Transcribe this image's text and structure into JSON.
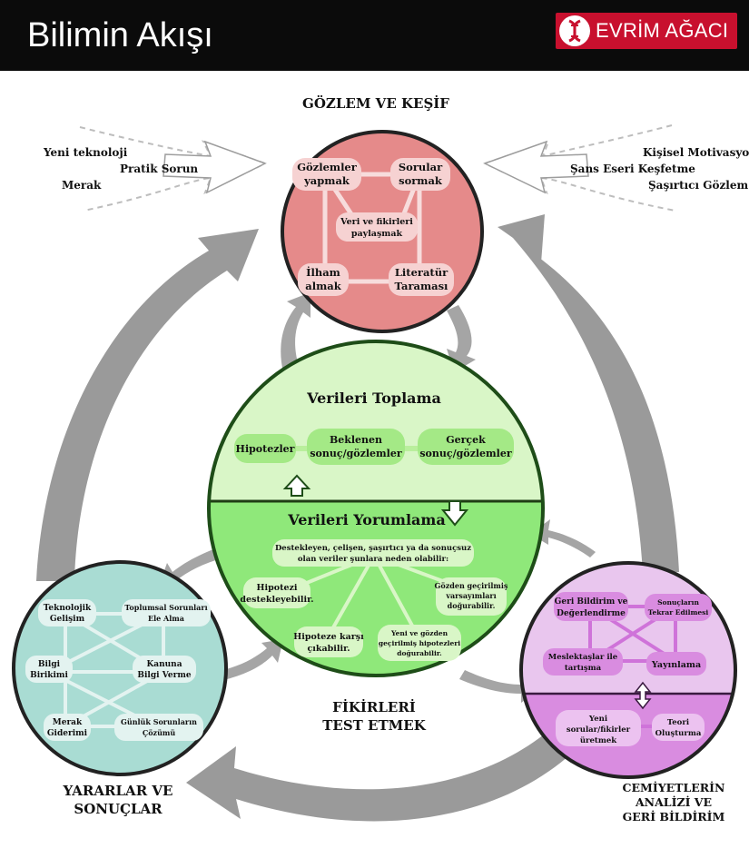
{
  "header": {
    "title": "Bilimin Akışı",
    "logo_text": "EVRİM AĞACI"
  },
  "colors": {
    "header_bg": "#0b0b0b",
    "brand_red": "#c8102e",
    "observation_circle": "#e58a8a",
    "data_collection": "#d9f6c7",
    "data_interpretation": "#8fe87a",
    "benefits_circle": "#a9dcd3",
    "community_circle": "#d98ce0",
    "arrow_gray": "#9a9a9a"
  },
  "observation": {
    "title": "GÖZLEM VE KEŞİF",
    "left_inputs": [
      "Yeni teknoloji",
      "Pratik Sorun",
      "Merak"
    ],
    "right_inputs": [
      "Kişisel Motivasyon",
      "Şans Eseri Keşfetme",
      "Şaşırtıcı Gözlem"
    ],
    "nodes": {
      "observations": [
        "Gözlemler",
        "yapmak"
      ],
      "questions": [
        "Sorular",
        "sormak"
      ],
      "share": [
        "Veri ve fikirleri",
        "paylaşmak"
      ],
      "inspiration": [
        "İlham",
        "almak"
      ],
      "literature": [
        "Literatür",
        "Taraması"
      ]
    }
  },
  "testing": {
    "title": "FİKİRLERİ",
    "title2": "TEST ETMEK",
    "collect_title": "Verileri Toplama",
    "collect_nodes": {
      "hypotheses": "Hipotezler",
      "expected": [
        "Beklenen",
        "sonuç/gözlemler"
      ],
      "actual": [
        "Gerçek",
        "sonuç/gözlemler"
      ]
    },
    "interpret_title": "Verileri Yorumlama",
    "interpret_intro": [
      "Destekleyen, çelişen, şaşırtıcı ya da sonuçsuz",
      "olan veriler şunlara neden olabilir:"
    ],
    "interpret_nodes": {
      "support": [
        "Hipotezi",
        "destekleyebilir."
      ],
      "revise": [
        "Gözden geçirilmiş",
        "varsayımları",
        "doğurabilir."
      ],
      "against": [
        "Hipoteze karşı",
        "çıkabilir."
      ],
      "new_hyp": [
        "Yeni ve gözden",
        "geçirilmiş hipotezleri",
        "doğurabilir."
      ]
    }
  },
  "benefits": {
    "title": "YARARLAR VE",
    "title2": "SONUÇLAR",
    "nodes": {
      "tech": [
        "Teknolojik",
        "Gelişim"
      ],
      "social": [
        "Toplumsal Sorunları",
        "Ele Alma"
      ],
      "knowledge": [
        "Bilgi",
        "Birikimi"
      ],
      "law": [
        "Kanuna",
        "Bilgi Verme"
      ],
      "curiosity": [
        "Merak",
        "Giderimi"
      ],
      "daily": [
        "Günlük Sorunların",
        "Çözümü"
      ]
    }
  },
  "community": {
    "title": "CEMİYETLERİN",
    "title2": "ANALİZİ VE",
    "title3": "GERİ BİLDİRİM",
    "nodes": {
      "feedback": [
        "Geri Bildirim ve",
        "Değerlendirme"
      ],
      "replication": [
        "Sonuçların",
        "Tekrar Edilmesi"
      ],
      "discussion": [
        "Meslektaşlar ile",
        "tartışma"
      ],
      "publish": "Yayınlama",
      "new_questions": [
        "Yeni",
        "sorular/fikirler",
        "üretmek"
      ],
      "theory": [
        "Teori",
        "Oluşturma"
      ]
    }
  }
}
